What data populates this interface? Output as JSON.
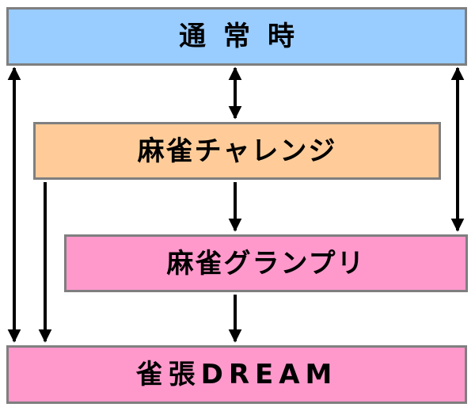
{
  "colors": {
    "normal_fill": "#99ccff",
    "challenge_fill": "#ffcc99",
    "grandprix_fill": "#ff99cc",
    "dream_fill": "#ff99cc",
    "border": "#7f7f7f",
    "arrow": "#000000"
  },
  "boxes": {
    "normal": {
      "label": "通常時"
    },
    "challenge": {
      "label": "麻雀チャレンジ"
    },
    "grandprix": {
      "label": "麻雀グランプリ"
    },
    "dream": {
      "label": "雀張DREAM"
    }
  },
  "arrows": [
    {
      "from": "normal",
      "to": "dream",
      "direction": "both"
    },
    {
      "from": "normal",
      "to": "challenge",
      "direction": "both"
    },
    {
      "from": "normal",
      "to": "grandprix",
      "direction": "both"
    },
    {
      "from": "challenge",
      "to": "grandprix",
      "direction": "forward"
    },
    {
      "from": "challenge",
      "to": "dream",
      "direction": "forward"
    },
    {
      "from": "grandprix",
      "to": "dream",
      "direction": "forward"
    }
  ]
}
